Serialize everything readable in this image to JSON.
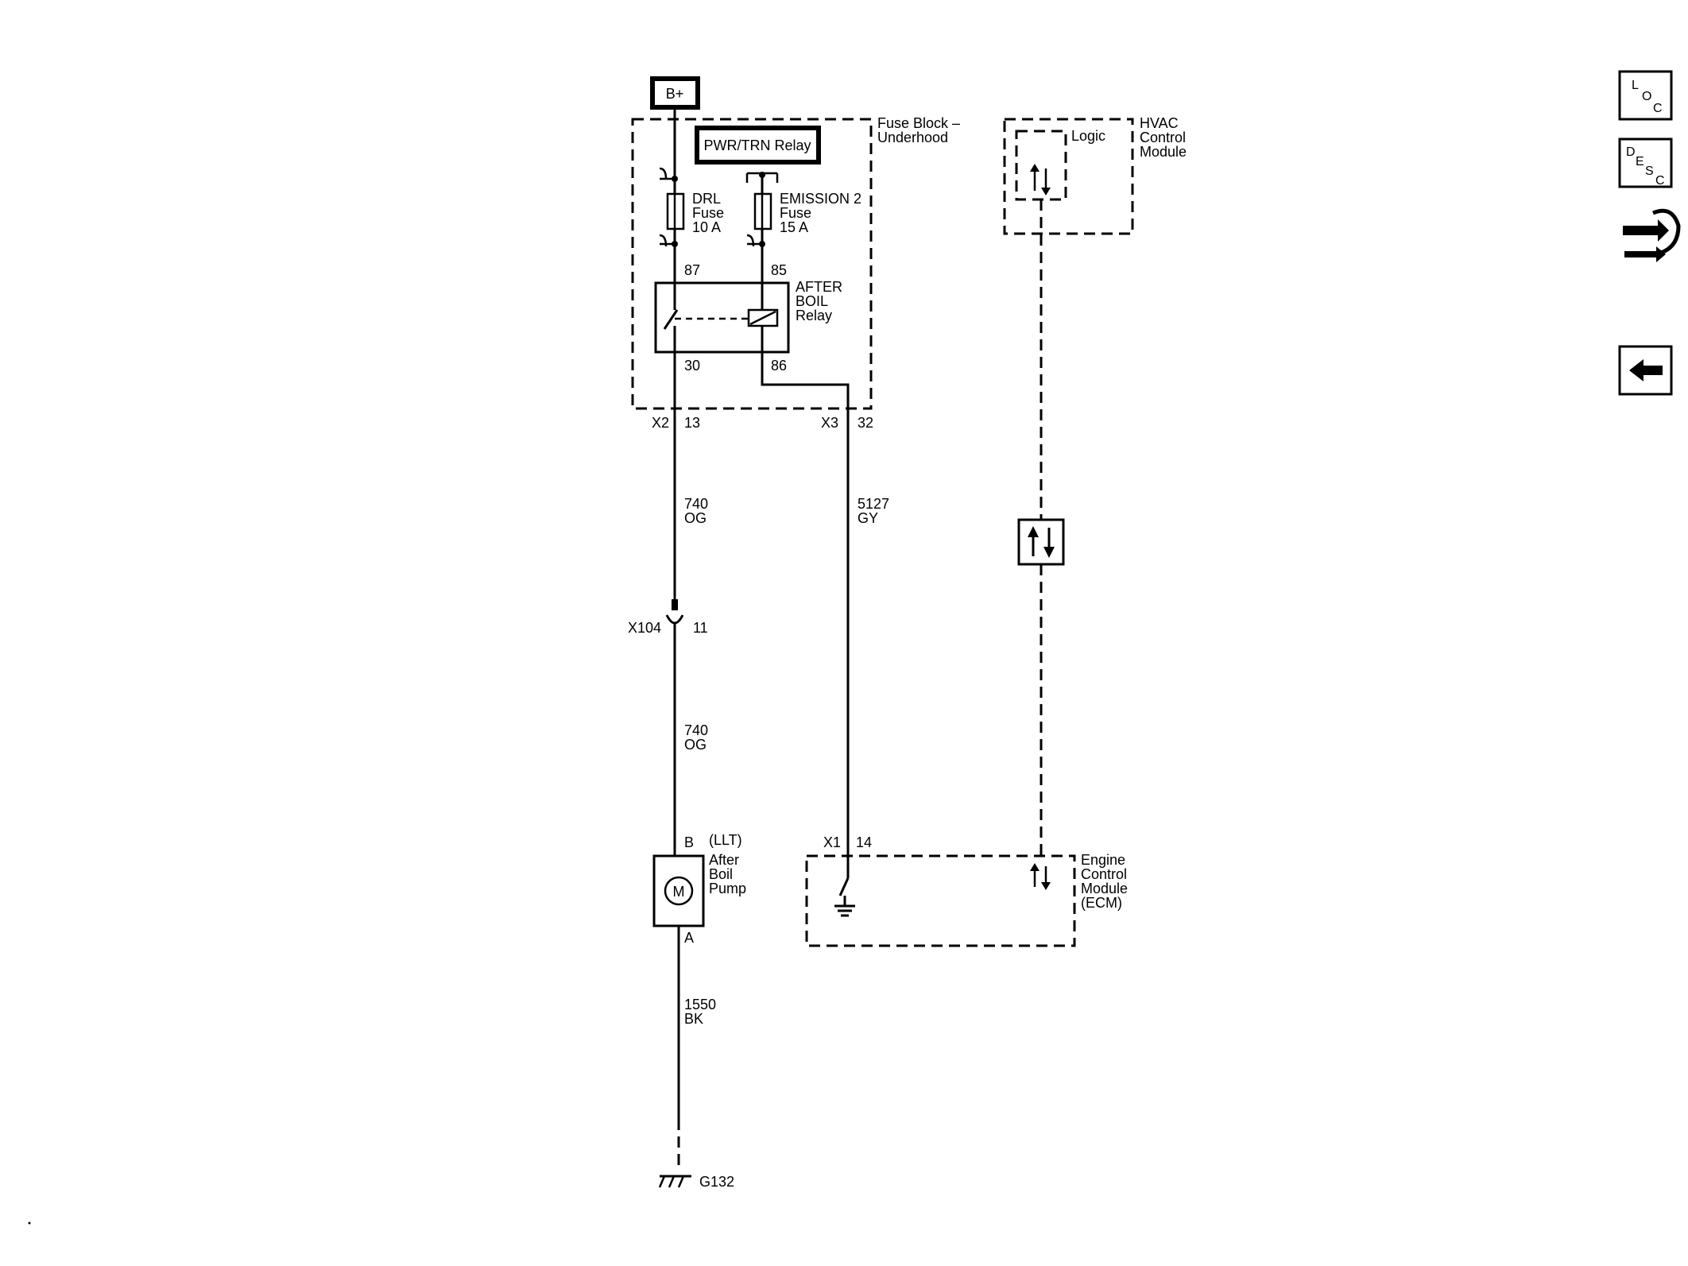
{
  "power_source": "B+",
  "fuse_block": {
    "title_line1": "Fuse Block –",
    "title_line2": "Underhood",
    "relay_box": "PWR/TRN Relay",
    "drl_fuse": [
      "DRL",
      "Fuse",
      "10 A"
    ],
    "emission_fuse": [
      "EMISSION 2",
      "Fuse",
      "15 A"
    ],
    "relay_label": [
      "AFTER",
      "BOIL",
      "Relay"
    ],
    "pin_87": "87",
    "pin_85": "85",
    "pin_30": "30",
    "pin_86": "86",
    "conn_x2": "X2",
    "conn_x2_pin": "13",
    "conn_x3": "X3",
    "conn_x3_pin": "32"
  },
  "wires": {
    "w1": [
      "740",
      "OG"
    ],
    "w2": [
      "740",
      "OG"
    ],
    "w3": [
      "5127",
      "GY"
    ],
    "w4": [
      "1550",
      "BK"
    ]
  },
  "inline_conn": {
    "name": "X104",
    "pin": "11"
  },
  "pump": {
    "pin_b": "B",
    "variant": "(LLT)",
    "label": [
      "After",
      "Boil",
      "Pump"
    ],
    "motor": "M",
    "pin_a": "A"
  },
  "ground": "G132",
  "hvac": {
    "label": [
      "HVAC",
      "Control",
      "Module"
    ],
    "logic": "Logic"
  },
  "ecm": {
    "conn": "X1",
    "pin": "14",
    "label": [
      "Engine",
      "Control",
      "Module",
      "(ECM)"
    ]
  },
  "side_nav": {
    "loc": {
      "l": "L",
      "o": "O",
      "c": "C"
    },
    "desc": {
      "d": "D",
      "e": "E",
      "s": "S",
      "c": "C"
    }
  }
}
